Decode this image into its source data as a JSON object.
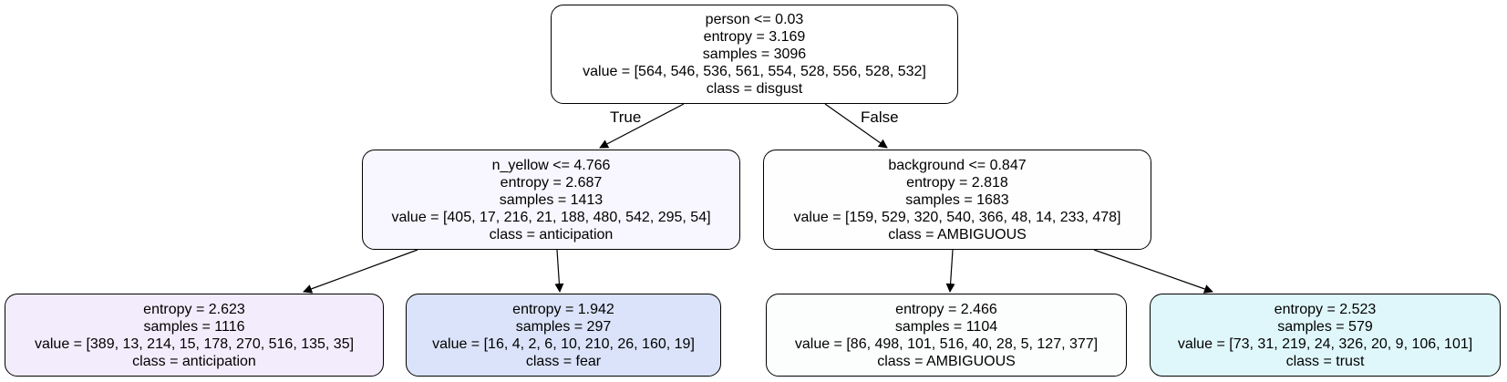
{
  "nodes": [
    {
      "lines": [
        "person <= 0.03",
        "entropy = 3.169",
        "samples = 3096",
        "value = [564, 546, 536, 561, 554, 528, 556, 528, 532]",
        "class = disgust"
      ],
      "fill": "#ffffff"
    },
    {
      "lines": [
        "n_yellow <= 4.766",
        "entropy = 2.687",
        "samples = 1413",
        "value = [405, 17, 216, 21, 188, 480, 542, 295, 54]",
        "class = anticipation"
      ],
      "fill": "#f8f6fe"
    },
    {
      "lines": [
        "background <= 0.847",
        "entropy = 2.818",
        "samples = 1683",
        "value = [159, 529, 320, 540, 366, 48, 14, 233, 478]",
        "class = AMBIGUOUS"
      ],
      "fill": "#fefefe"
    },
    {
      "lines": [
        "entropy = 2.623",
        "samples = 1116",
        "value = [389, 13, 214, 15, 178, 270, 516, 135, 35]",
        "class = anticipation"
      ],
      "fill": "#f3ecfc"
    },
    {
      "lines": [
        "entropy = 1.942",
        "samples = 297",
        "value = [16, 4, 2, 6, 10, 210, 26, 160, 19]",
        "class = fear"
      ],
      "fill": "#dae3f9"
    },
    {
      "lines": [
        "entropy = 2.466",
        "samples = 1104",
        "value = [86, 498, 101, 516, 40, 28, 5, 127, 377]",
        "class = AMBIGUOUS"
      ],
      "fill": "#fcfefd"
    },
    {
      "lines": [
        "entropy = 2.523",
        "samples = 579",
        "value = [73, 31, 219, 24, 326, 20, 9, 106, 101]",
        "class = trust"
      ],
      "fill": "#dff7fb"
    }
  ],
  "edge_labels": {
    "true": "True",
    "false": "False"
  }
}
